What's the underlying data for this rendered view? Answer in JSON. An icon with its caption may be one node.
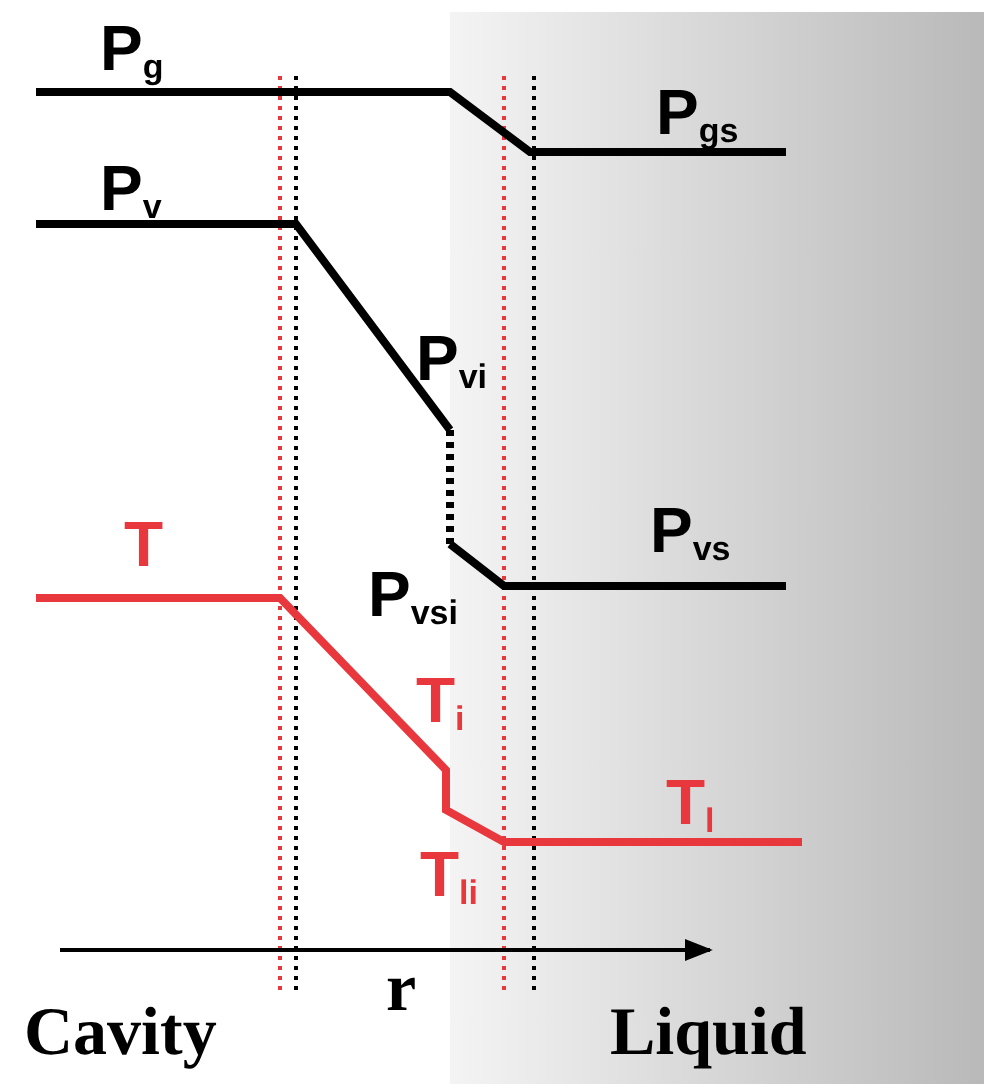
{
  "diagram": {
    "labels": [
      "P$_{g}$",
      "P$_{gs}$",
      "P$_{v}$",
      "P$_{vi}$",
      "P$_{vs}$",
      "P$_{vsi}$",
      "T",
      "T$_{i}$",
      "T$_{l}$",
      "T$_{li}$",
      "r",
      "Cavity",
      "Liquid"
    ]
  }
}
